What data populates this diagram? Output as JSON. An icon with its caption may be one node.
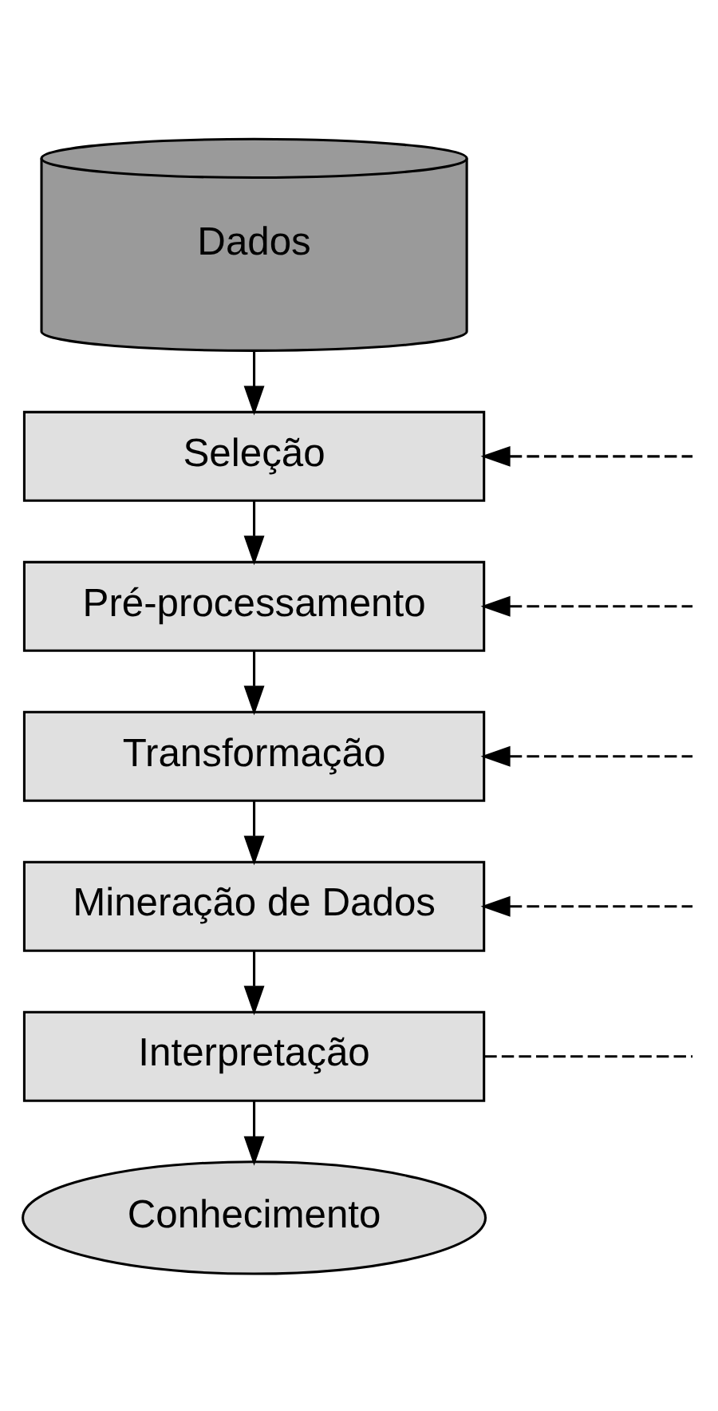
{
  "diagram": {
    "nodes": [
      {
        "text": [
          "Dados"
        ]
      },
      {
        "text": [
          "Seleção"
        ]
      },
      {
        "text": [
          "Pré-processamento"
        ]
      },
      {
        "text": [
          "Transformação"
        ]
      },
      {
        "text": [
          "Mineração de Dados"
        ]
      },
      {
        "text": [
          "Interpretação"
        ]
      },
      {
        "text": [
          "Conhecimento"
        ]
      }
    ],
    "edges": [
      {
        "from": 0,
        "to": 1,
        "arrow": "to"
      },
      {
        "from": 1,
        "to": 2,
        "arrow": "to"
      },
      {
        "from": 2,
        "to": 3,
        "arrow": "to"
      },
      {
        "from": 3,
        "to": 4,
        "arrow": "to"
      },
      {
        "from": 4,
        "to": 5,
        "arrow": "to"
      },
      {
        "from": 5,
        "to": 6,
        "arrow": "to"
      },
      {
        "from": null,
        "to": 1,
        "arrow": "to",
        "style": "dashed"
      },
      {
        "from": null,
        "to": 2,
        "arrow": "to",
        "style": "dashed"
      },
      {
        "from": null,
        "to": 3,
        "arrow": "to",
        "style": "dashed"
      },
      {
        "from": null,
        "to": 4,
        "arrow": "to",
        "style": "dashed"
      },
      {
        "from": 5,
        "to": null,
        "arrow": "none",
        "style": "dashed"
      }
    ]
  }
}
